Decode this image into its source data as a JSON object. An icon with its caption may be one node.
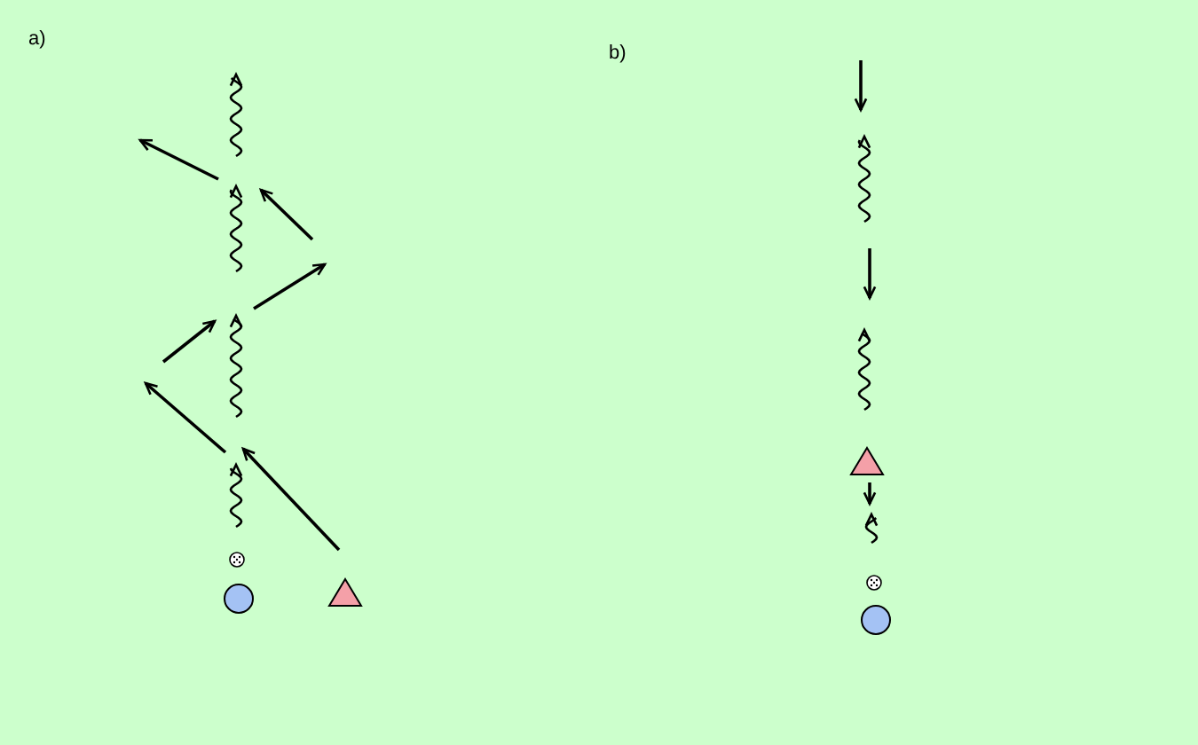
{
  "diagram": {
    "nodes": [
      {
        "text": [],
        "shape": "circle"
      },
      {
        "text": [],
        "shape": "circle"
      },
      {
        "text": [],
        "shape": "triangle"
      },
      {
        "text": [],
        "shape": "triangle"
      },
      {
        "text": [],
        "shape": "circle"
      },
      {
        "text": [],
        "shape": "circle"
      }
    ],
    "labels": [
      "a)",
      "b)"
    ]
  }
}
